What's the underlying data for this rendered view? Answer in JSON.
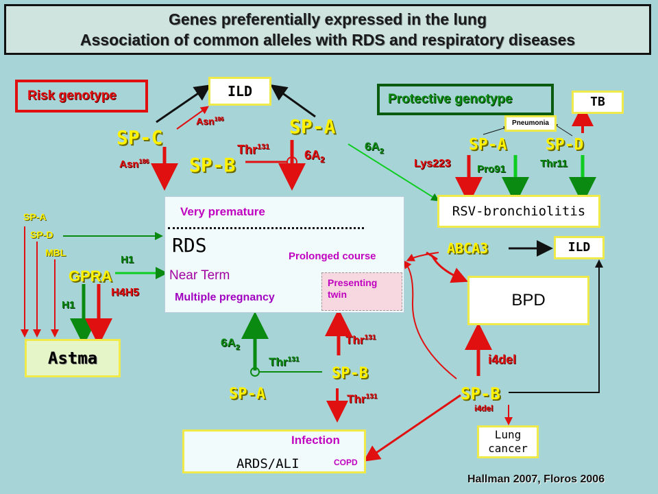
{
  "title": {
    "line1": "Genes preferentially expressed in the lung",
    "line2": "Association of common alleles with RDS and respiratory diseases"
  },
  "legend": {
    "risk": "Risk genotype",
    "protective": "Protective genotype"
  },
  "nodes": {
    "ild_top": "ILD",
    "tb": "TB",
    "pneumonia": "Pneumonia",
    "rsv": "RSV-bronchiolitis",
    "ild_right": "ILD",
    "bpd": "BPD",
    "astma": "Astma",
    "lung_cancer_1": "Lung",
    "lung_cancer_2": "cancer",
    "ards": "ARDS/ALI",
    "infection": "Infection",
    "copd": "COPD"
  },
  "rds_box": {
    "very_premature": "Very premature",
    "rds": "RDS",
    "prolonged": "Prolonged course",
    "near_term": "Near Term",
    "multiple": "Multiple pregnancy",
    "presenting_1": "Presenting",
    "presenting_2": "twin"
  },
  "genes": {
    "spc": "SP-C",
    "spa_top": "SP-A",
    "spb_top": "SP-B",
    "spa_right": "SP-A",
    "spd_right": "SP-D",
    "abca3": "ABCA3",
    "gpra": "GPRA",
    "spa_bottom": "SP-A",
    "spb_bottom": "SP-B",
    "spb_right": "SP-B",
    "left_spa": "SP-A",
    "left_spd": "SP-D",
    "left_mbl": "MBL"
  },
  "alleles": {
    "asn_base": "Asn",
    "asn_sup": "186",
    "thr_base": "Thr",
    "thr_sup": "131",
    "six_a_base": "6A",
    "six_a_sub": "2",
    "lys223": "Lys223",
    "pro91": "Pro91",
    "thr11": "Thr11",
    "h1": "H1",
    "h4h5": "H4H5",
    "i4del": "i4del"
  },
  "citation": "Hallman 2007, Floros 2006",
  "colors": {
    "background": "#a7d4d6",
    "risk": "#e01010",
    "protective": "#0a8a10",
    "gene": "#fff200"
  }
}
